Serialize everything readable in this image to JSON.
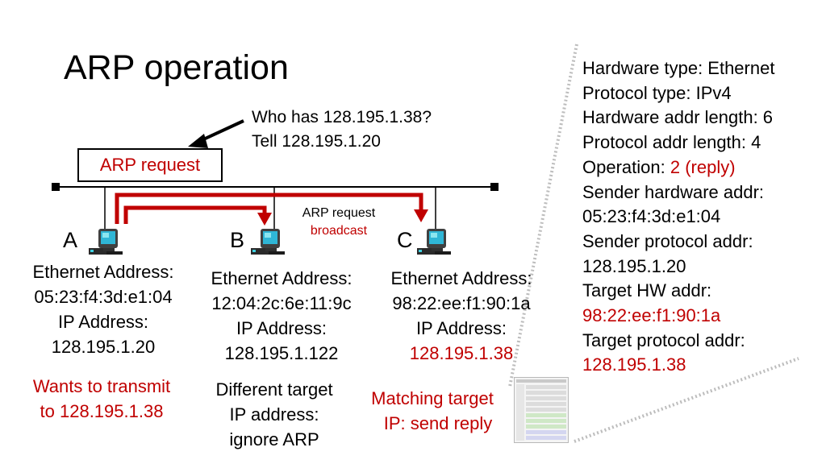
{
  "slide": {
    "title": "ARP operation",
    "question": [
      "Who has 128.195.1.38?",
      "Tell 128.195.1.20"
    ],
    "arp_request_box": "ARP request",
    "broadcast": [
      "ARP request",
      "broadcast"
    ]
  },
  "hosts": [
    {
      "letter": "A",
      "eth_label": "Ethernet Address:",
      "eth_addr": "05:23:f4:3d:e1:04",
      "ip_label": "IP Address:",
      "ip_addr": "128.195.1.20",
      "note": [
        "Wants to transmit",
        "to 128.195.1.38"
      ]
    },
    {
      "letter": "B",
      "eth_label": "Ethernet Address:",
      "eth_addr": "12:04:2c:6e:11:9c",
      "ip_label": "IP Address:",
      "ip_addr": "128.195.1.122",
      "note": [
        "Different target",
        "IP address:",
        "ignore ARP"
      ]
    },
    {
      "letter": "C",
      "eth_label": "Ethernet Address:",
      "eth_addr": "98:22:ee:f1:90:1a",
      "ip_label": "IP Address:",
      "ip_addr": "128.195.1.38",
      "note": [
        "Matching target",
        "IP: send reply"
      ]
    }
  ],
  "packet_fields": {
    "hardware_type": "Hardware type: Ethernet",
    "protocol_type": "Protocol type: IPv4",
    "hw_addr_length": "Hardware addr length: 6",
    "proto_addr_length": "Protocol addr length: 4",
    "operation_label": "Operation: ",
    "operation_value": "2 (reply)",
    "sender_hw_label": "Sender hardware addr:",
    "sender_hw_value": "05:23:f4:3d:e1:04",
    "sender_proto_label": "Sender protocol addr:",
    "sender_proto_value": "128.195.1.20",
    "target_hw_label": "Target HW addr:",
    "target_hw_value": "98:22:ee:f1:90:1a",
    "target_proto_label": "Target protocol addr:",
    "target_proto_value": "128.195.1.38"
  },
  "colors": {
    "accent": "#c00000",
    "callout_dots": "#bdbdbd"
  }
}
